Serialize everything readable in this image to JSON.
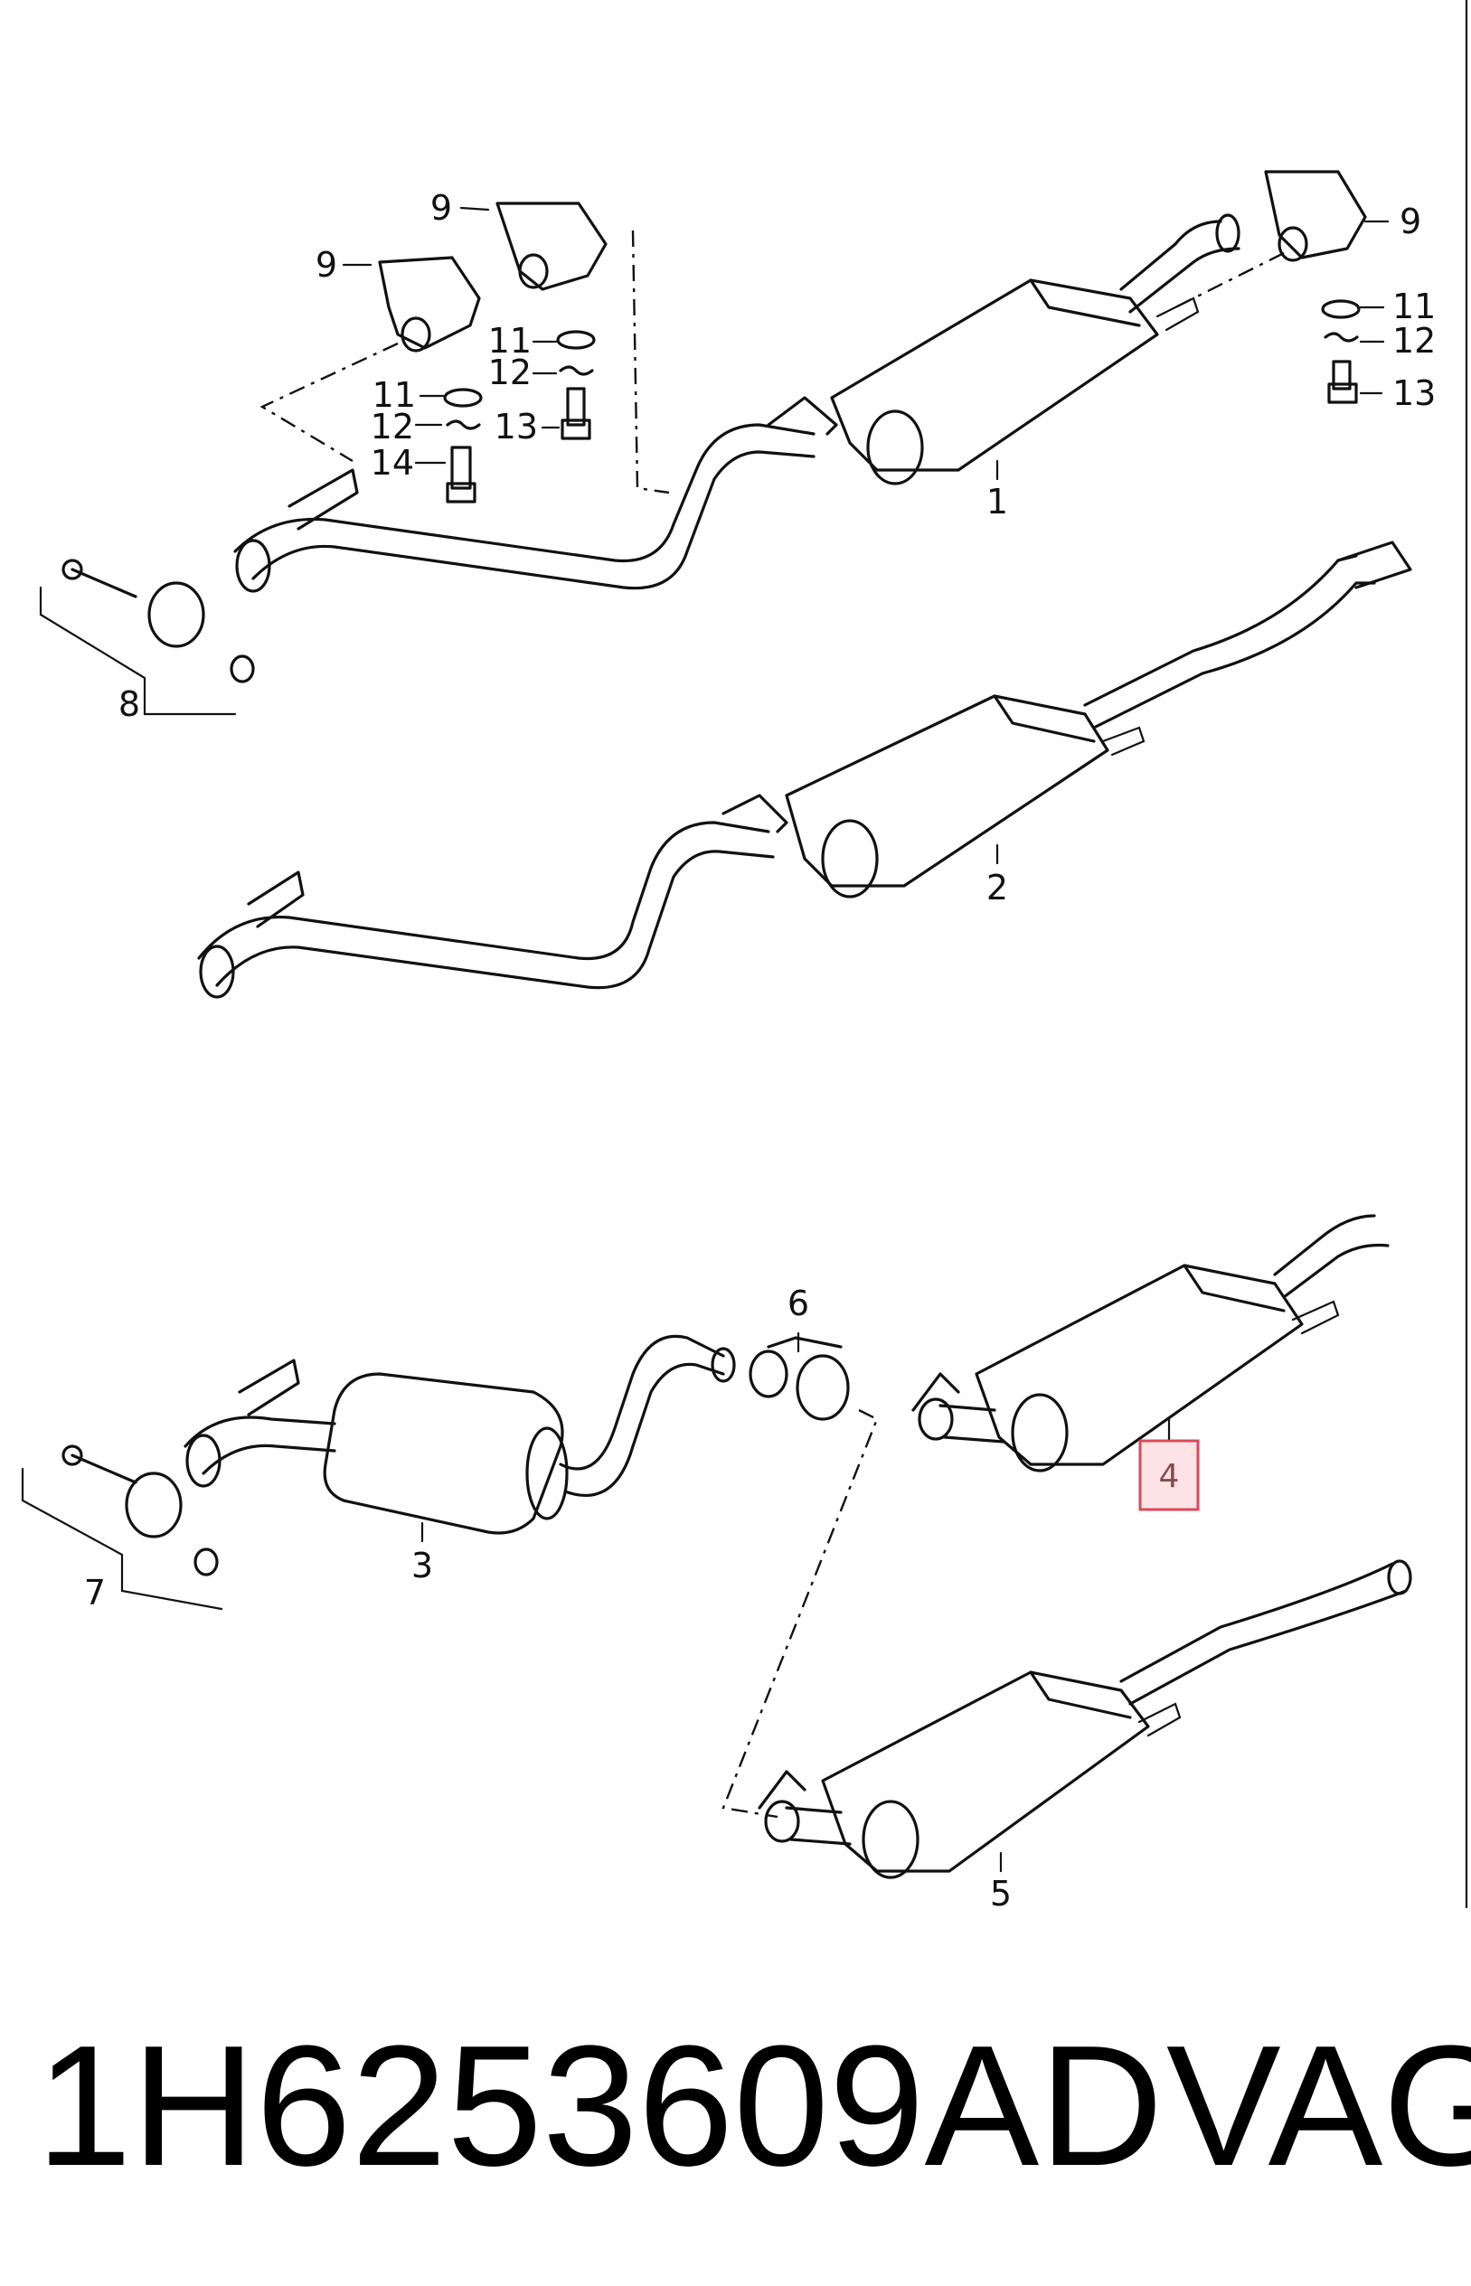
{
  "diagram": {
    "callouts": {
      "c1": "1",
      "c2": "2",
      "c3": "3",
      "c4": "4",
      "c5": "5",
      "c6": "6",
      "c7": "7",
      "c8": "8",
      "c9a": "9",
      "c9b": "9",
      "c9c": "9",
      "c11a": "11",
      "c11b": "11",
      "c11c": "11",
      "c12a": "12",
      "c12b": "12",
      "c12c": "12",
      "c13a": "13",
      "c13b": "13",
      "c14": "14"
    },
    "highlight_label": "4",
    "highlight_color": "#d84a5a"
  },
  "footer": {
    "part_number": "1H6253609AD",
    "brand": "VAG"
  }
}
